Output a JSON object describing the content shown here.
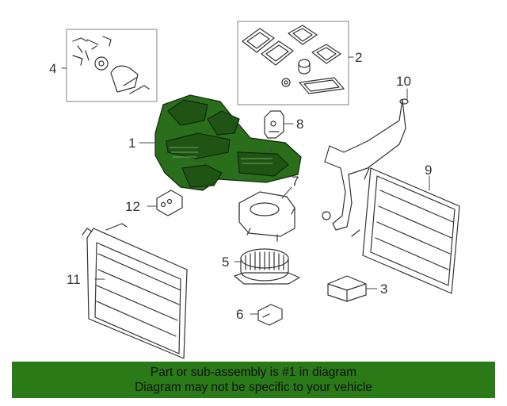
{
  "callouts": {
    "c1": "1",
    "c2": "2",
    "c3": "3",
    "c4": "4",
    "c5": "5",
    "c6": "6",
    "c7": "7",
    "c8": "8",
    "c9": "9",
    "c10": "10",
    "c11": "11",
    "c12": "12"
  },
  "banner": {
    "line1": "Part or sub-assembly is #1 in diagram",
    "line2": "Diagram may not be specific to your vehicle"
  },
  "colors": {
    "highlight": "#2a6e1c",
    "banner": "#2a7a18",
    "line": "#333333"
  }
}
